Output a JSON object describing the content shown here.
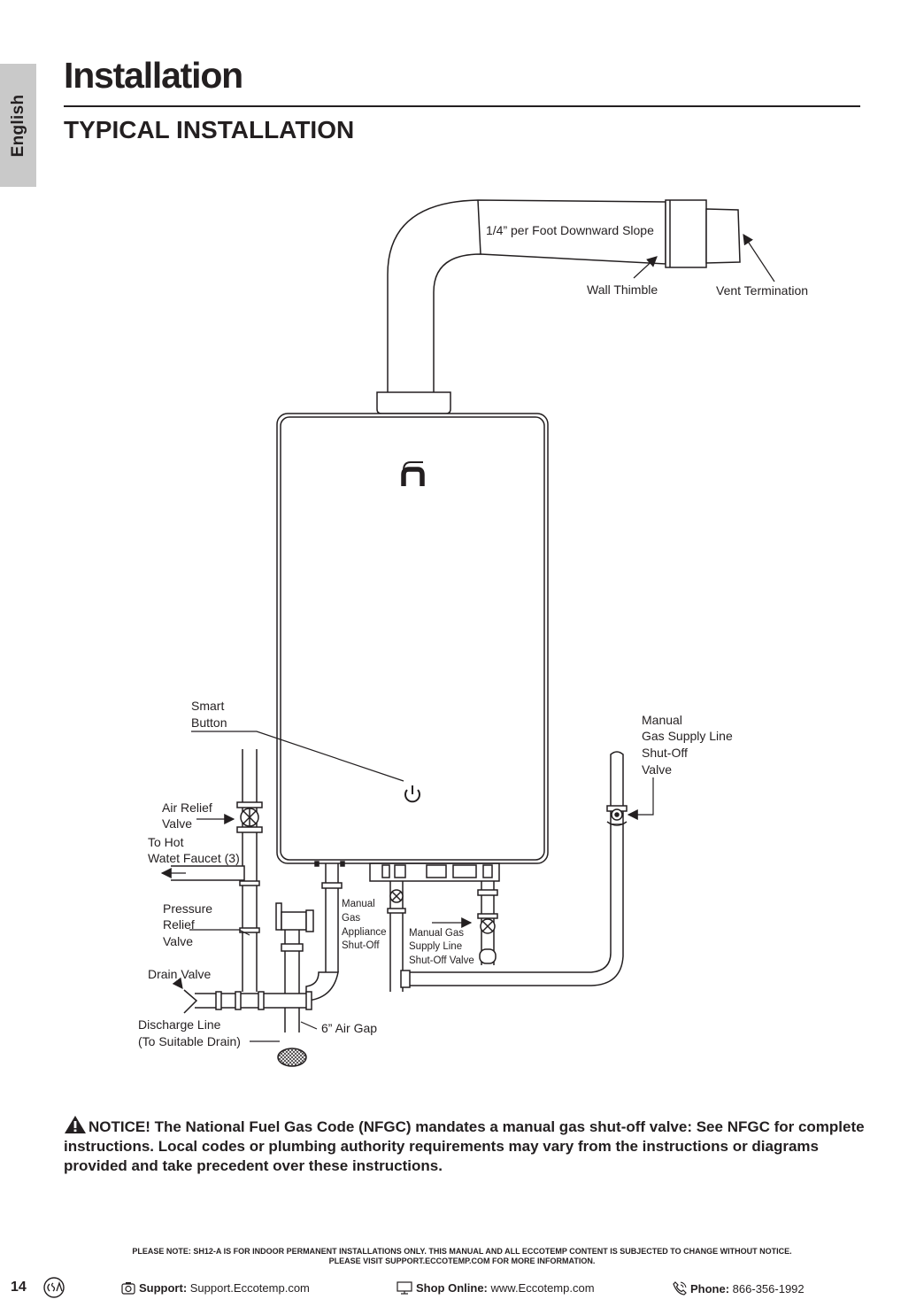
{
  "side_tab": "English",
  "title": "Installation",
  "subtitle": "TYPICAL INSTALLATION",
  "diagram": {
    "labels": {
      "slope": "1/4” per Foot Downward Slope",
      "wall_thimble": "Wall Thimble",
      "vent_termination": "Vent Termination",
      "smart_button": [
        "Smart",
        "Button"
      ],
      "gas_supply_valve": [
        "Manual",
        "Gas Supply Line",
        "Shut-Off",
        "Valve"
      ],
      "air_relief": [
        "Air Relief",
        "Valve"
      ],
      "hot_faucet": [
        "To Hot",
        "Watet Faucet (3)"
      ],
      "pressure_relief": [
        "Pressure",
        "Relief",
        "Valve"
      ],
      "drain_valve": "Drain Valve",
      "discharge_line": [
        "Discharge Line",
        "(To Suitable Drain)"
      ],
      "air_gap": "6” Air Gap",
      "gas_appliance_shutoff": [
        "Manual",
        "Gas",
        "Appliance",
        "Shut-Off"
      ],
      "gas_supply_shutoff": [
        "Manual Gas",
        "Supply Line",
        "Shut-Off Valve"
      ]
    }
  },
  "notice": {
    "heading": "NOTICE!",
    "text": " The National Fuel Gas Code (NFGC) mandates a manual gas shut-off valve: See NFGC for complete instructions. Local codes or plumbing authority requirements may vary from the instructions or diagrams provided and take precedent over these instructions."
  },
  "footnote": {
    "line1": "PLEASE NOTE: SH12-A IS FOR INDOOR PERMANENT INSTALLATIONS ONLY. THIS MANUAL AND ALL ECCOTEMP CONTENT IS SUBJECTED TO CHANGE WITHOUT NOTICE.",
    "line2": "PLEASE VISIT SUPPORT.ECCOTEMP.COM FOR MORE INFORMATION."
  },
  "footer": {
    "page_number": "14",
    "support_label": "Support:",
    "support_value": "Support.Eccotemp.com",
    "shop_label": "Shop Online:",
    "shop_value": "www.Eccotemp.com",
    "phone_label": "Phone:",
    "phone_value": "866-356-1992"
  }
}
